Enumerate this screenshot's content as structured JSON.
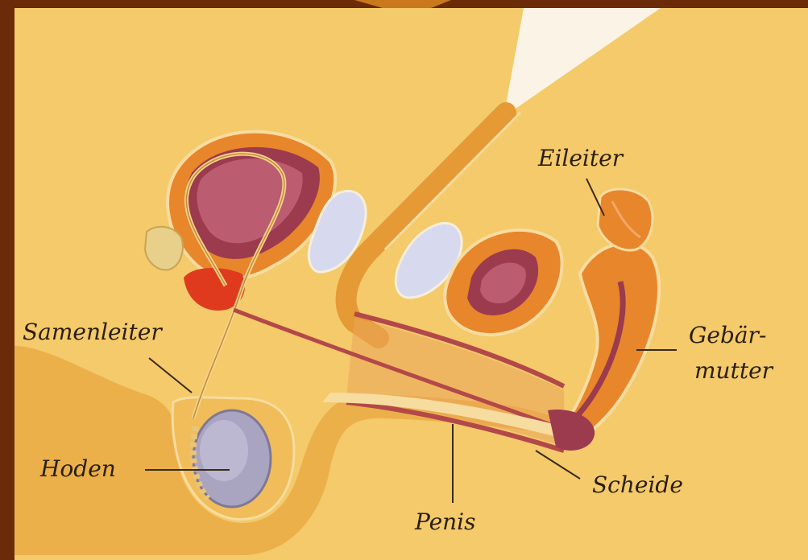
{
  "labels": {
    "eileiter": "Eileiter",
    "samenleiter": "Samenleiter",
    "gebaermutter_1": "Gebär-",
    "gebaermutter_2": "mutter",
    "hoden": "Hoden",
    "scheide": "Scheide",
    "penis": "Penis"
  },
  "colors": {
    "frame": "#6b2a08",
    "background": "#f2c25a",
    "skin": "#e9b04a",
    "tissue_orange": "#e8862c",
    "tissue_dark": "#9c3a3a",
    "bladder": "#b85a6e",
    "bone": "#d6d8ee",
    "testis": "#a9a4c0"
  }
}
